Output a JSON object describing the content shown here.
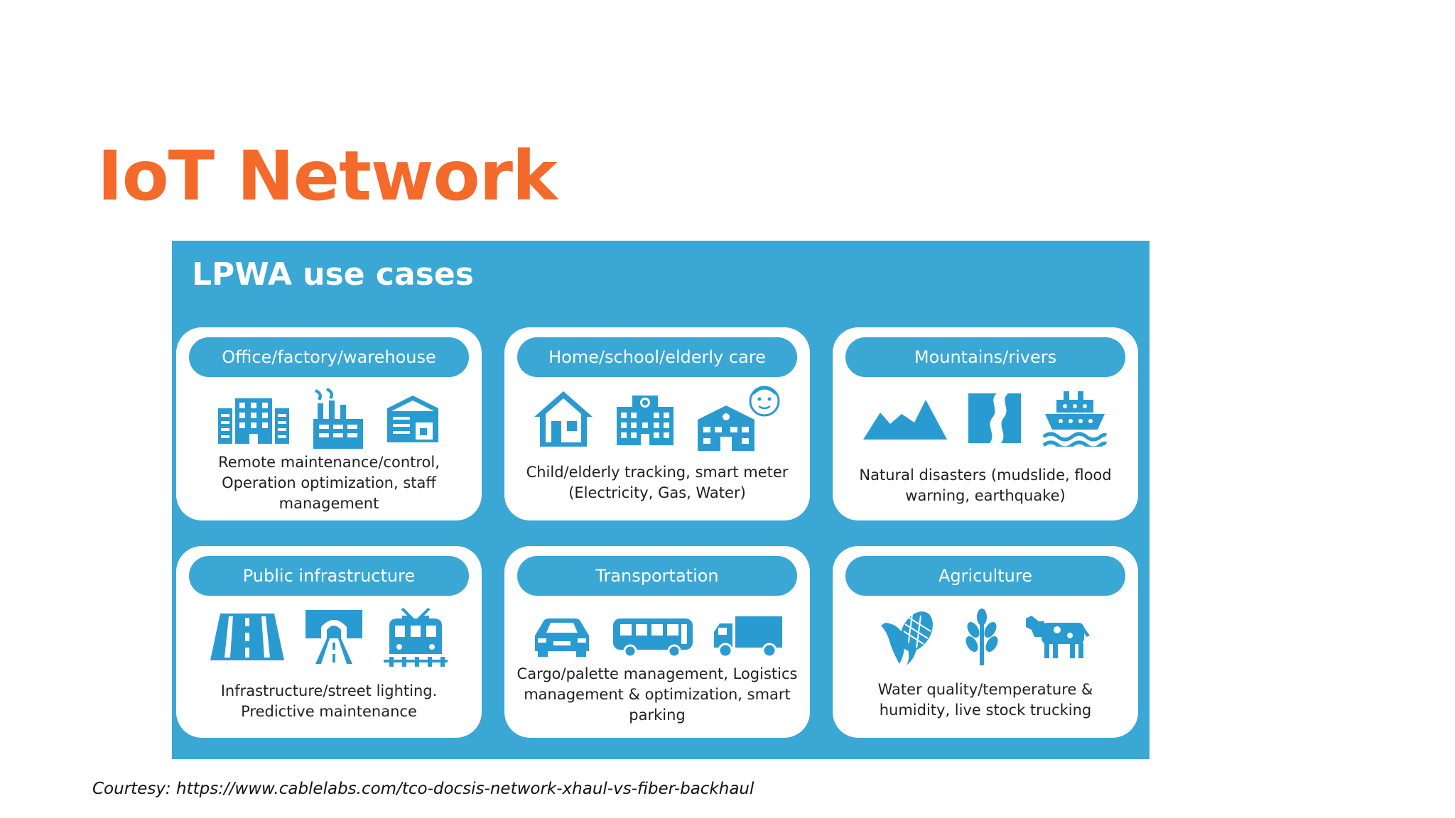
{
  "slide": {
    "title": "IoT Network",
    "courtesy": "Courtesy: https://www.cablelabs.com/tco-docsis-network-xhaul-vs-fiber-backhaul"
  },
  "figure": {
    "title": "LPWA use cases",
    "cards": [
      {
        "header": "Office/factory/warehouse",
        "icons": [
          "office-building-icon",
          "factory-icon",
          "warehouse-icon"
        ],
        "description": "Remote maintenance/control, Operation optimization, staff management"
      },
      {
        "header": "Home/school/elderly care",
        "icons": [
          "house-icon",
          "school-building-icon",
          "elderly-care-home-icon"
        ],
        "description": "Child/elderly tracking, smart meter (Electricity, Gas, Water)"
      },
      {
        "header": "Mountains/rivers",
        "icons": [
          "mountains-icon",
          "river-icon",
          "ship-icon"
        ],
        "description": "Natural disasters (mudslide, flood warning, earthquake)"
      },
      {
        "header": "Public infrastructure",
        "icons": [
          "road-icon",
          "tunnel-icon",
          "tram-icon"
        ],
        "description": "Infrastructure/street lighting. Predictive maintenance"
      },
      {
        "header": "Transportation",
        "icons": [
          "car-icon",
          "bus-icon",
          "truck-icon"
        ],
        "description": "Cargo/palette management, Logistics management & optimization, smart parking"
      },
      {
        "header": "Agriculture",
        "icons": [
          "corn-icon",
          "wheat-icon",
          "cow-icon"
        ],
        "description": "Water quality/temperature & humidity, live stock trucking"
      }
    ]
  },
  "colors": {
    "title_orange": "#f36a2b",
    "panel_blue": "#3aa7d4",
    "icon_blue": "#2a9bd1"
  }
}
